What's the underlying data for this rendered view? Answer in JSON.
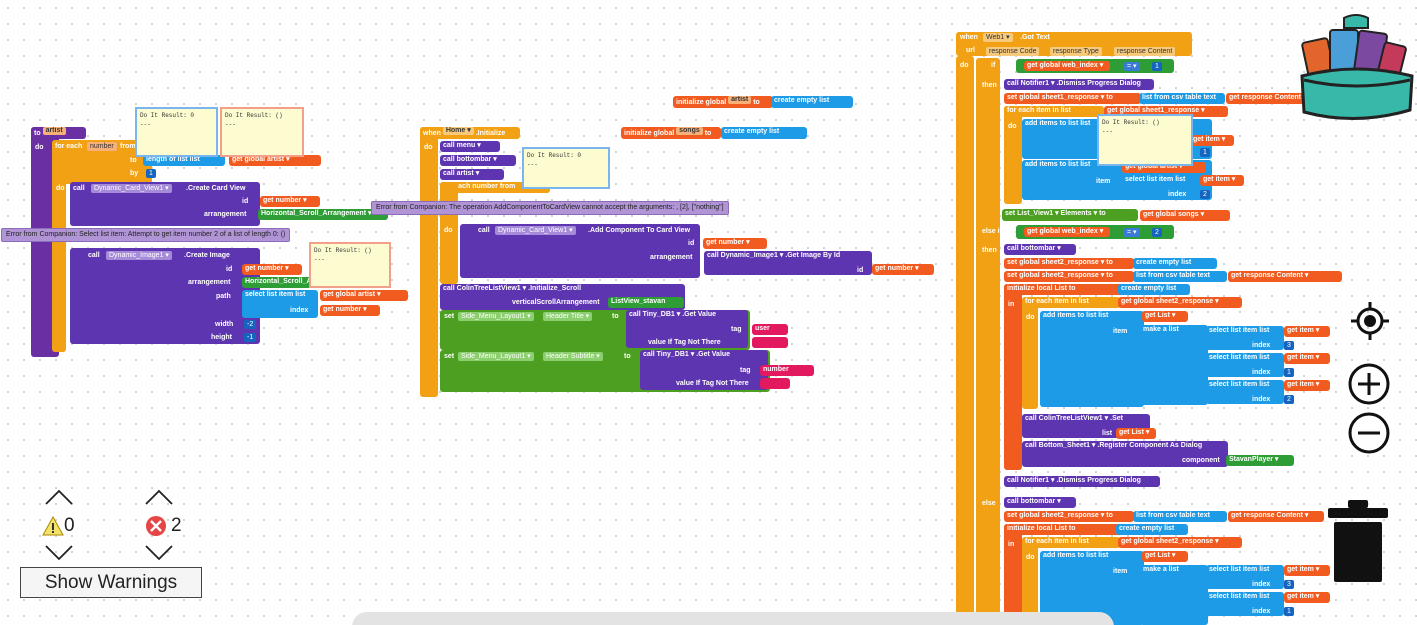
{
  "warnings": {
    "warn_count": "0",
    "error_count": "2",
    "show_label": "Show Warnings"
  },
  "tooltips": {
    "result0": "Do It Result: 0\n---",
    "resultEmpty": "Do It Result: ()\n---"
  },
  "errors": {
    "companion_list": "Error from Companion: Select list item: Attempt to get item number 2 of a list of length 0: ()",
    "companion_cardview": "Error from Companion: The operation AddComponentToCardView cannot accept the arguments: , [2], [\"nothing\"]"
  },
  "proc": {
    "to": "to",
    "name": "artist",
    "do": "do",
    "for_each": "for each",
    "number": "number",
    "from": "from",
    "to2": "to",
    "by": "by",
    "length_of_list": "length of list  list",
    "get": "get",
    "global_artist": "global artist ▾",
    "one": "1",
    "call": "call",
    "card_view": "Dynamic_Card_View1 ▾",
    "create_card_view": ".Create Card View",
    "id": "id",
    "get_number": "number ▾",
    "arrangement": "arrangement",
    "h_scroll": "Horizontal_Scroll_Arrangement ▾",
    "height": "height",
    "image": "Dynamic_Image1 ▾",
    "create_image": ".Create Image",
    "path": "path",
    "select_list_item": "select list item  list",
    "index": "index",
    "width": "width",
    "neg2": "-2",
    "neg1": "-1"
  },
  "init": {
    "when": "when",
    "home": "Home ▾",
    "initialize": ".Initialize",
    "do": "do",
    "menu": "menu ▾",
    "bottombar": "bottombar ▾",
    "artist": "artist ▾",
    "for_each": "for each",
    "number": "number",
    "from": "from",
    "add_card": ".Add Component To Card View",
    "id": "id",
    "arrangement": "arrangement",
    "image_by_id": ".Get Image By Id",
    "colin": "ColinTreeListView1 ▾",
    "init_scroll": ".Initialize_Scroll",
    "vsa": "verticalScrollArrangement",
    "listview_stavan": "ListView_stavan",
    "set": "set",
    "side_menu": "Side_Menu_Layout1 ▾",
    "header_title": "Header Title ▾",
    "to": "to",
    "tinydb": "Tiny_DB1 ▾",
    "get_value": ".Get Value",
    "tag": "tag",
    "user": "user",
    "value_if": "value If Tag Not There",
    "header_subtitle": "Header Subtitle ▾",
    "number_tag": "number"
  },
  "globals": {
    "initialize_global": "initialize global",
    "artist": "artist",
    "songs": "songs",
    "to": "to",
    "create_empty_list": "create empty list"
  },
  "gottext": {
    "when": "when",
    "web1": "Web1 ▾",
    "got_text": ".Got Text",
    "url": "url",
    "response_code": "response Code",
    "response_type": "response Type",
    "response_content": "response Content",
    "do": "do",
    "if": "if",
    "get": "get",
    "global_web_index": "global web_index ▾",
    "eq": "= ▾",
    "one": "1",
    "two": "2",
    "then": "then",
    "call": "call",
    "notifier": "Notifier1 ▾",
    "dismiss": ".Dismiss Progress Dialog",
    "set": "set",
    "sheet1": "global sheet1_response ▾",
    "to": "to",
    "csv_table": "list from csv table  text",
    "response_content_v": "response Content ▾",
    "for_each": "for each",
    "item": "item",
    "in_list": "in list",
    "global_sheet1": "global sheet1_response ▾",
    "add_items": "add items to list  list",
    "item_lbl": "item",
    "get_item": "item ▾",
    "global_artist": "global artist ▾",
    "select_list_item": "select list item  list",
    "index": "index",
    "list_view1": "List_View1 ▾",
    "elements": "Elements ▾",
    "global_songs": "global songs ▾",
    "else_if": "else if",
    "bottombar": "bottombar ▾",
    "sheet2": "global sheet2_response ▾",
    "create_empty_list": "create empty list",
    "initialize_local": "initialize local",
    "list": "List",
    "in": "in",
    "global_sheet2": "global sheet2_response ▾",
    "make_a_list": "make a list",
    "list_v": "List ▾",
    "three": "3",
    "colin": "ColinTreeListView1 ▾",
    "set_method": ".Set",
    "list_lbl": "list",
    "bottom_sheet": "Bottom_Sheet1 ▾",
    "register": ".Register Component As Dialog",
    "component": "component",
    "stavan": "StavanPlayer ▾",
    "else": "else"
  },
  "icons": [
    "backpack-icon",
    "recenter-icon",
    "zoom-in-icon",
    "zoom-out-icon",
    "trash-icon",
    "warning-icon",
    "error-icon"
  ],
  "colors": {
    "procedure": "#6b2fa4",
    "control": "#f2a014",
    "variable": "#f25b1f",
    "component": "#5e35b1",
    "list": "#1e9be6",
    "text": "#e2195f",
    "math": "#1565c0",
    "setter": "#4d9f22"
  }
}
